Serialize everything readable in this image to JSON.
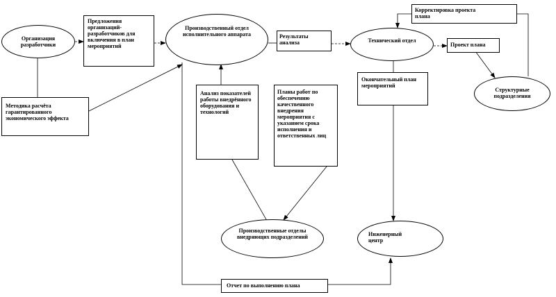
{
  "nodes": {
    "developers": "Организация разработчики",
    "proposals": "Предложения организаций-разработчиков для включения в план мероприятий",
    "production_dept": "Производственный отдел исполнительного аппарата",
    "results": "Результаты анализа",
    "tech_dept": "Технический отдел",
    "correction": "Корректировка проекта плана",
    "plan_draft": "Проект плана",
    "structural": "Структурные подразделения",
    "methodology": "Методика расчёта гарантированного экономического эффекта",
    "analysis": "Анализ показателей работы внедрённого оборудования и технологий",
    "work_plans": "Планы работ по обеспечению качественного внедрения мероприятия с указанием срока исполнения и ответственных лиц",
    "final_plan": "Окончательный план мероприятий",
    "impl_depts": "Производственные отделы внедряющих подразделений",
    "eng_center": "Инженерный центр",
    "report": "Отчет по выполнению плана"
  }
}
